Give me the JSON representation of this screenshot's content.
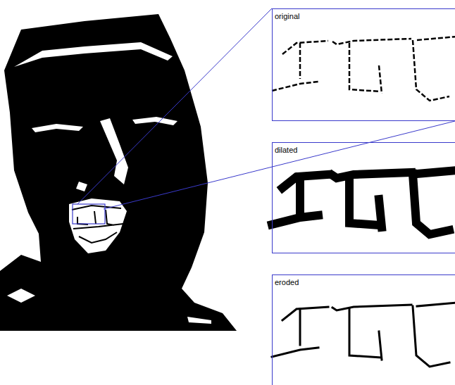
{
  "diagram": {
    "nodes": [
      {
        "text": [
          "original"
        ]
      },
      {
        "text": [
          "dilated"
        ]
      },
      {
        "text": [
          "eroded"
        ]
      }
    ]
  }
}
